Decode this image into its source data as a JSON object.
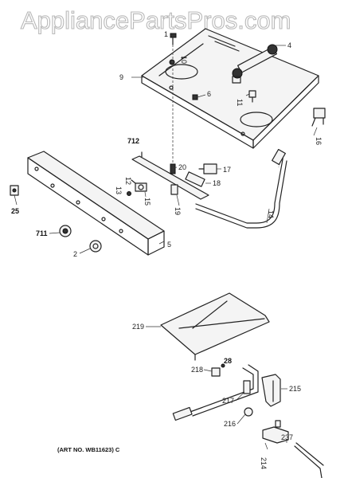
{
  "watermark": "AppliancePartsPros.com",
  "art_number": "(ART NO. WB11623) C",
  "callouts": {
    "c1": "1",
    "c4": "4",
    "c9": "9",
    "c10": "10",
    "c6": "6",
    "c11": "11",
    "c16": "16",
    "c712": "712",
    "c20": "20",
    "c17": "17",
    "c12": "12",
    "c13": "13",
    "c15": "15",
    "c18": "18",
    "c19": "19",
    "c14": "14",
    "c25": "25",
    "c711": "711",
    "c2": "2",
    "c5": "5",
    "c219": "219",
    "c218": "218",
    "c28": "28",
    "c215": "215",
    "c217": "217",
    "c216": "216",
    "c214": "214",
    "c237": "237"
  }
}
